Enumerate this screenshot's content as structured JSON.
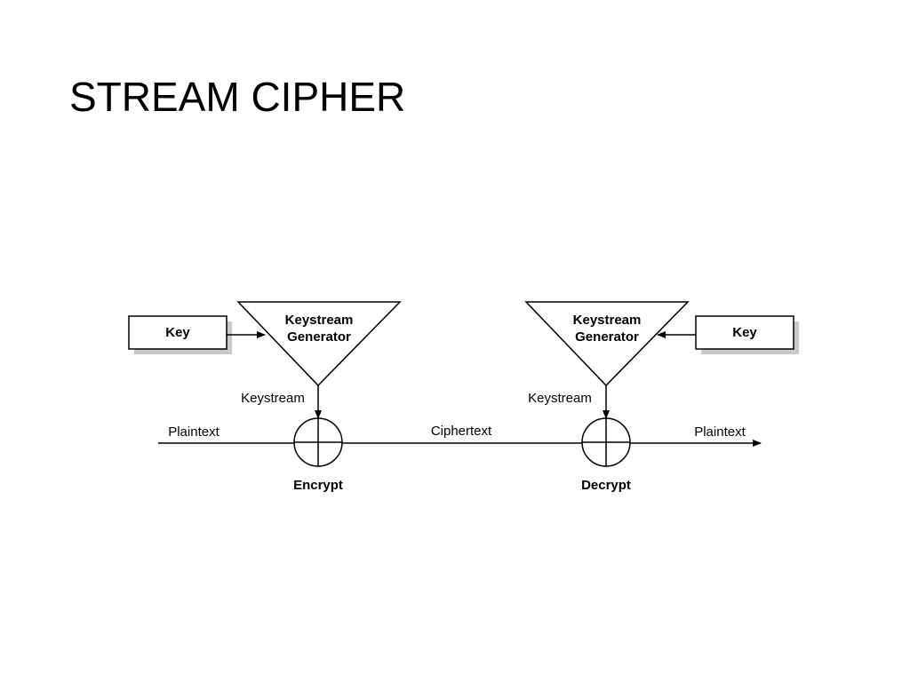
{
  "slide": {
    "title": "STREAM CIPHER"
  },
  "diagram": {
    "encrypt_side": {
      "key_label": "Key",
      "generator_line1": "Keystream",
      "generator_line2": "Generator",
      "keystream_label": "Keystream",
      "operation_label": "Encrypt"
    },
    "decrypt_side": {
      "key_label": "Key",
      "generator_line1": "Keystream",
      "generator_line2": "Generator",
      "keystream_label": "Keystream",
      "operation_label": "Decrypt"
    },
    "plaintext_in_label": "Plaintext",
    "ciphertext_label": "Ciphertext",
    "plaintext_out_label": "Plaintext",
    "colors": {
      "ink": "#000000",
      "box_shadow": "#c8c8c8",
      "background": "#ffffff"
    }
  }
}
